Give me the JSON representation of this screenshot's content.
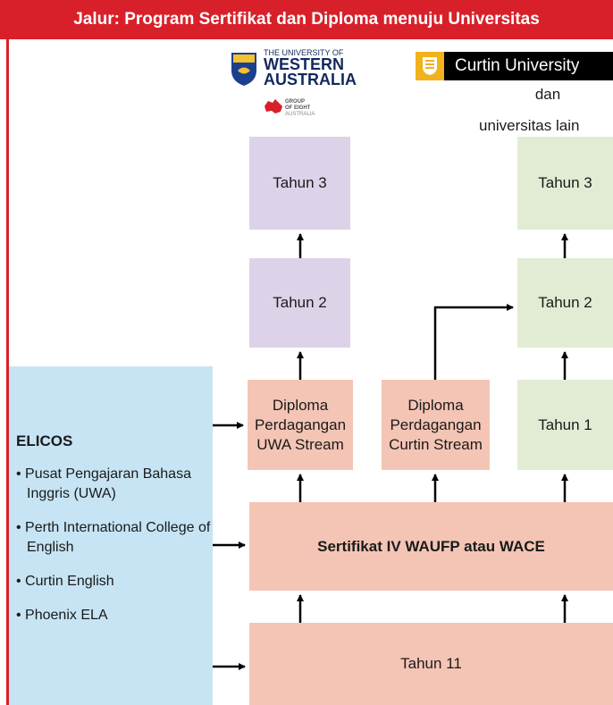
{
  "header": {
    "title": "Jalur: Program Sertifikat dan Diploma menuju Universitas"
  },
  "logos": {
    "uwa_line1": "THE UNIVERSITY OF",
    "uwa_line2": "WESTERN",
    "uwa_line3": "AUSTRALIA",
    "go8_line1": "GROUP",
    "go8_line2": "OF EIGHT",
    "go8_line3": "AUSTRALIA",
    "curtin": "Curtin University"
  },
  "right_caption": {
    "line1": "dan",
    "line2": "universitas lain"
  },
  "uwa_column": {
    "year3": "Tahun 3",
    "year2": "Tahun 2"
  },
  "curtin_column": {
    "year3": "Tahun 3",
    "year2": "Tahun 2",
    "year1": "Tahun 1"
  },
  "diplomas": {
    "uwa": {
      "line1": "Diploma",
      "line2": "Perdagangan",
      "line3": "UWA Stream"
    },
    "curtin": {
      "line1": "Diploma",
      "line2": "Perdagangan",
      "line3": "Curtin Stream"
    }
  },
  "certificate": "Sertifikat IV WAUFP atau WACE",
  "year11": "Tahun 11",
  "elicos": {
    "title": "ELICOS",
    "items": [
      "• Pusat Pengajaran Bahasa Inggris (UWA)",
      "• Perth International College of English",
      "• Curtin English",
      "• Phoenix ELA"
    ]
  },
  "colors": {
    "header": "#d8202a",
    "purple": "#dcd3e9",
    "green": "#e2ecd4",
    "salmon": "#f4c5b5",
    "blue": "#c6e4f4"
  }
}
